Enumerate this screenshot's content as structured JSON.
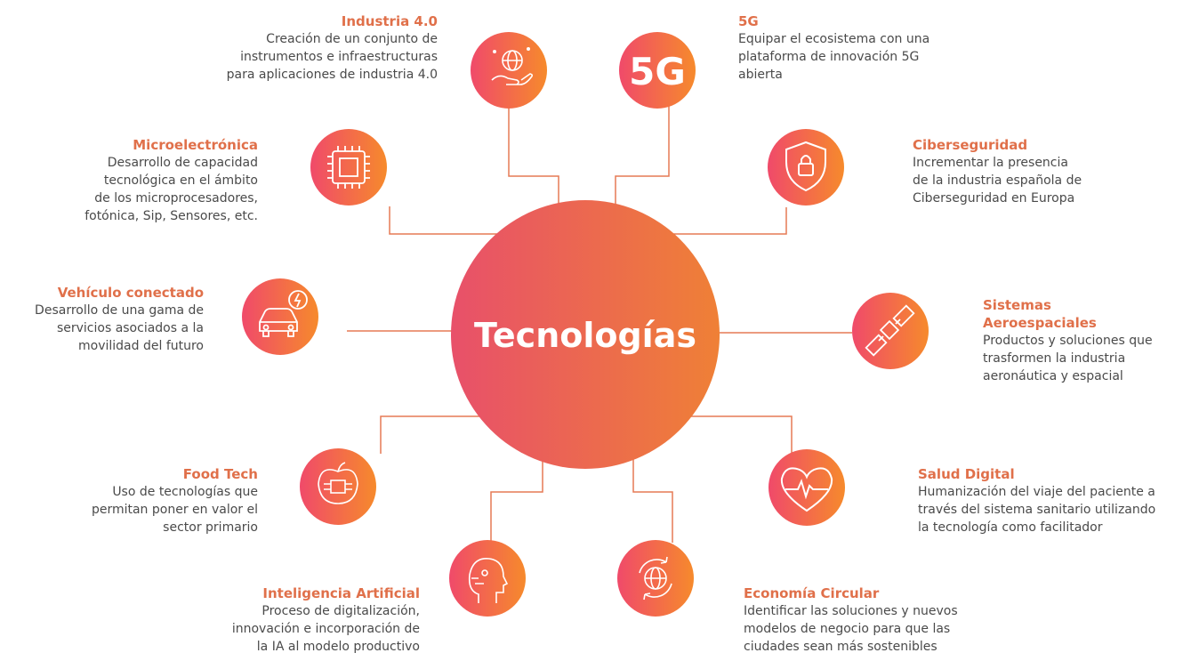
{
  "center": {
    "label": "Tecnologías"
  },
  "colors": {
    "accent": "#e0704a",
    "gradient_start": "#f04a6a",
    "gradient_end": "#f68a2c",
    "line": "#e67a55",
    "text": "#4a4a4a"
  },
  "nodes": [
    {
      "id": "industria",
      "icon": "globe-in-hand-icon",
      "title": "Industria 4.0",
      "description": "Creación de un conjunto de\ninstrumentos e infraestructuras\npara aplicaciones de industria 4.0"
    },
    {
      "id": "5g",
      "icon": "5g-icon",
      "icon_text": "5G",
      "title": "5G",
      "description": "Equipar el ecosistema con una\nplataforma de innovación 5G\nabierta"
    },
    {
      "id": "micro",
      "icon": "microchip-icon",
      "title": "Microelectrónica",
      "description": "Desarrollo de capacidad\ntecnológica en el ámbito\nde los microprocesadores,\nfotónica, Sip, Sensores, etc."
    },
    {
      "id": "ciber",
      "icon": "shield-lock-icon",
      "title": "Ciberseguridad",
      "description": "Incrementar la presencia\nde la industria española de\nCiberseguridad en Europa"
    },
    {
      "id": "vehiculo",
      "icon": "electric-car-icon",
      "title": "Vehículo conectado",
      "description": "Desarrollo de una gama de\nservicios asociados a la\nmovilidad del futuro"
    },
    {
      "id": "aero",
      "icon": "satellite-icon",
      "title": "Sistemas\nAeroespaciales",
      "description": "Productos y soluciones que\ntrasformen la industria\naeronáutica y espacial"
    },
    {
      "id": "food",
      "icon": "apple-chip-icon",
      "title": "Food Tech",
      "description": "Uso de tecnologías que\npermitan poner en valor el\nsector primario"
    },
    {
      "id": "salud",
      "icon": "heart-pulse-icon",
      "title": "Salud Digital",
      "description": "Humanización del viaje del paciente a\ntravés del sistema sanitario utilizando\nla tecnología como facilitador"
    },
    {
      "id": "ia",
      "icon": "robot-head-icon",
      "title": "Inteligencia Artificial",
      "description": "Proceso de digitalización,\ninnovación e incorporación de\nla IA al modelo productivo"
    },
    {
      "id": "eco",
      "icon": "recycle-globe-icon",
      "title": "Economía Circular",
      "description": "Identificar las soluciones y nuevos\nmodelos de negocio para que las\nciudades sean más sostenibles"
    }
  ]
}
